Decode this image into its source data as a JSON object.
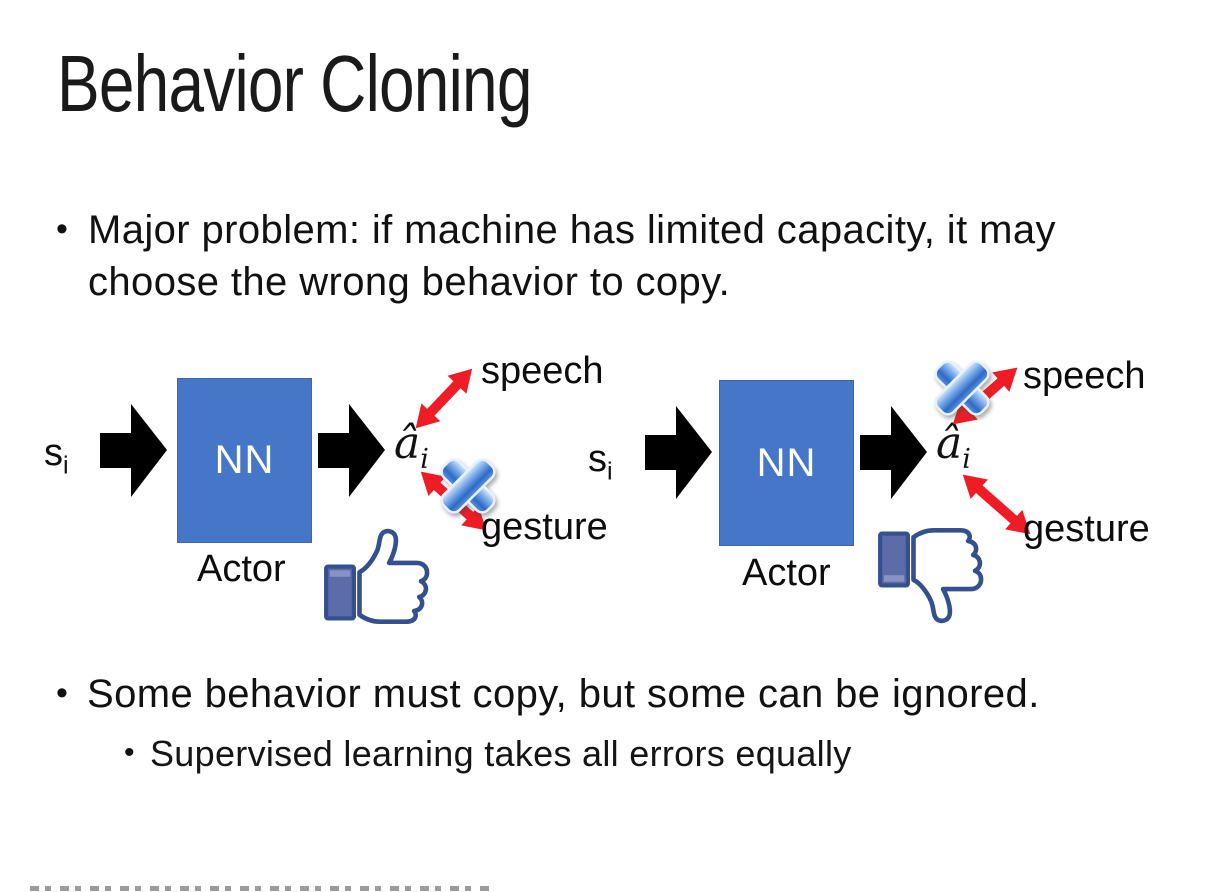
{
  "slide": {
    "title": "Behavior Cloning",
    "bullet1": "Major problem: if machine has limited capacity, it may choose the wrong behavior to copy.",
    "bullet2": "Some behavior must copy, but some can be ignored.",
    "sub_bullet": "Supervised learning takes all errors equally",
    "bullet_glyph": "•"
  },
  "diagram_left": {
    "input_label": "s",
    "input_sub": "i",
    "box_label": "NN",
    "output_label": "â",
    "output_sub": "i",
    "branch_top_label": "speech",
    "branch_bottom_label": "gesture",
    "actor_label": "Actor",
    "crossed_out_branch": "gesture",
    "feedback_icon": "thumbs-up"
  },
  "diagram_right": {
    "input_label": "s",
    "input_sub": "i",
    "box_label": "NN",
    "output_label": "â",
    "output_sub": "i",
    "branch_top_label": "speech",
    "branch_bottom_label": "gesture",
    "actor_label": "Actor",
    "crossed_out_branch": "speech",
    "feedback_icon": "thumbs-down"
  },
  "colors": {
    "nn_box_blue": "#4576C8",
    "block_arrow_black": "#000000",
    "double_arrow_red": "#EE1C25",
    "cross_blue": "#2E6AC6",
    "thumb_outline_navy": "#35508F",
    "thumb_cuff_blue": "#5B6CA9",
    "background": "#FFFFFF"
  }
}
